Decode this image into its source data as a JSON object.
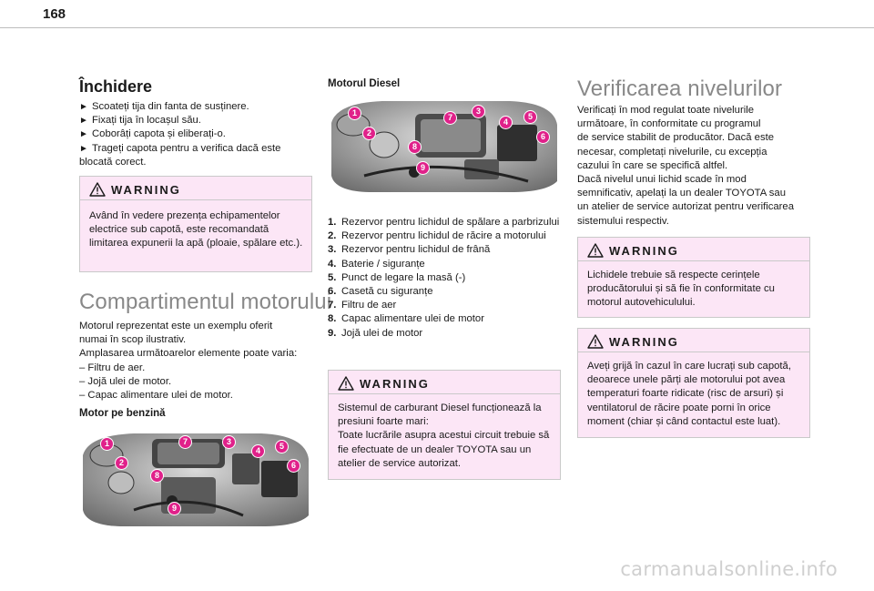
{
  "page_number": "168",
  "col1": {
    "heading": "Închidere",
    "steps": [
      "Scoateți tija din fanta de susținere.",
      "Fixați tija în locașul său.",
      "Coborâți capota și eliberați-o.",
      "Trageți capota pentru a verifica dacă este blocată corect."
    ],
    "arrow_glyph": "►",
    "warning1": {
      "title": "WARNING",
      "text": "Având în vedere prezența echipamentelor electrice sub capotă, este recomandată limitarea expunerii la apă (ploaie, spălare etc.)."
    },
    "section_heading": "Compartimentul motorului",
    "intro_lines": [
      "Motorul reprezentat este un exemplu oferit",
      "numai în scop ilustrativ.",
      "Amplasarea următoarelor elemente poate varia:",
      "– Filtru de aer.",
      "– Jojă ulei de motor.",
      "– Capac alimentare ulei de motor."
    ],
    "petrol_heading": "Motor pe benzină"
  },
  "col2": {
    "diesel_heading": "Motorul Diesel",
    "items": [
      {
        "num": "1.",
        "text": "Rezervor pentru lichidul de spălare a parbrizului"
      },
      {
        "num": "2.",
        "text": "Rezervor pentru lichidul de răcire a motorului"
      },
      {
        "num": "3.",
        "text": "Rezervor pentru lichidul de frână"
      },
      {
        "num": "4.",
        "text": "Baterie / siguranțe"
      },
      {
        "num": "5.",
        "text": "Punct de legare la masă (-)"
      },
      {
        "num": "6.",
        "text": "Casetă cu siguranțe"
      },
      {
        "num": "7.",
        "text": "Filtru de aer"
      },
      {
        "num": "8.",
        "text": "Capac alimentare ulei de motor"
      },
      {
        "num": "9.",
        "text": "Jojă ulei de motor"
      }
    ],
    "warning2": {
      "title": "WARNING",
      "lines": [
        "Sistemul de carburant Diesel funcționează la presiuni foarte mari:",
        "Toate lucrările asupra acestui circuit trebuie să fie efectuate de un dealer TOYOTA sau un atelier de service autorizat."
      ]
    }
  },
  "col3": {
    "heading": "Verificarea nivelurilor",
    "paragraph_lines": [
      "Verificați în mod regulat toate nivelurile",
      "următoare, în conformitate cu programul",
      "de service stabilit de producător. Dacă este",
      "necesar, completați nivelurile, cu excepția",
      "cazului în care se specifică altfel.",
      "Dacă nivelul unui lichid scade în mod",
      "semnificativ, apelați la un dealer TOYOTA sau",
      "un atelier de service autorizat pentru verificarea",
      "sistemului respectiv."
    ],
    "warning3": {
      "title": "WARNING",
      "text": "Lichidele trebuie să respecte cerințele producătorului și să fie în conformitate cu motorul autovehiculului."
    },
    "warning4": {
      "title": "WARNING",
      "text": "Aveți grijă în cazul în care lucrați sub capotă, deoarece unele părți ale motorului pot avea temperaturi foarte ridicate (risc de arsuri) și ventilatorul de răcire poate porni în orice moment (chiar și când contactul este luat)."
    }
  },
  "callout_numbers": [
    "1",
    "2",
    "3",
    "4",
    "5",
    "6",
    "7",
    "8",
    "9"
  ],
  "colors": {
    "warning_bg": "#fce6f6",
    "callout": "#e0218a",
    "heading_grey": "#888888"
  },
  "watermark": "carmanualsonline.info"
}
